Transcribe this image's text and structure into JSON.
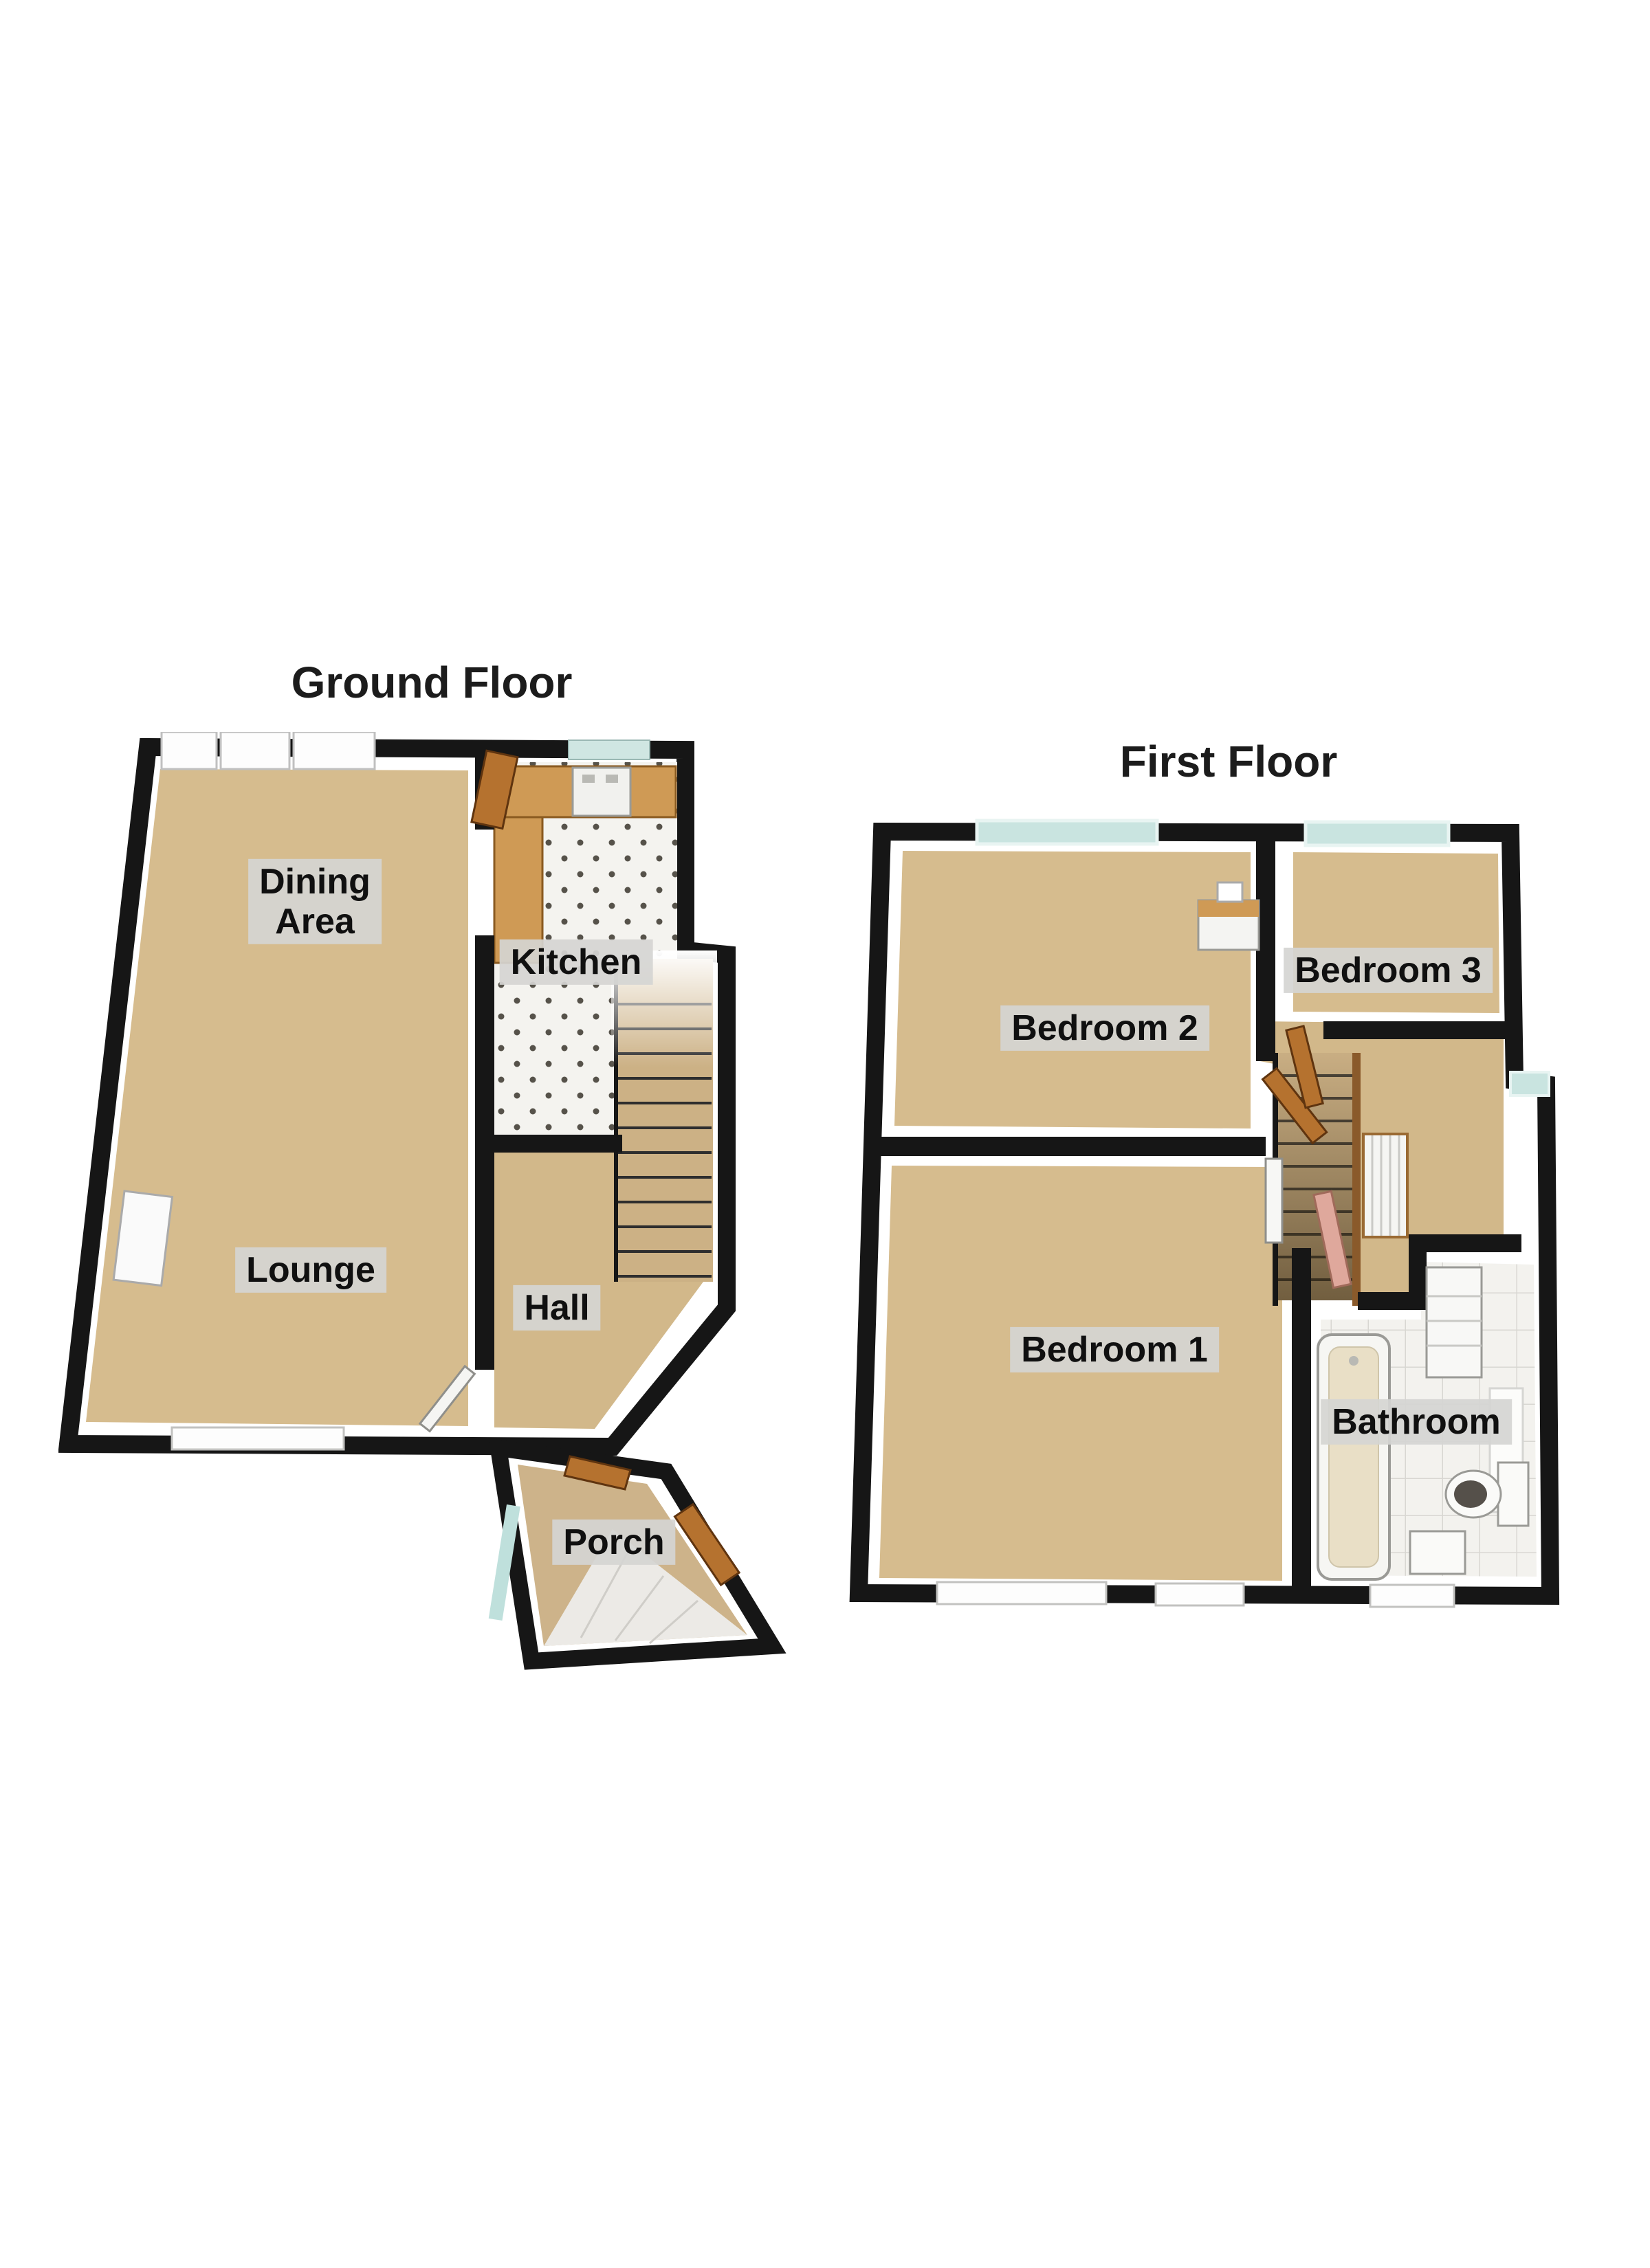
{
  "document": {
    "kind": "3D floor plan"
  },
  "ground_floor": {
    "title": "Ground Floor",
    "rooms": {
      "dining": "Dining\nArea",
      "kitchen": "Kitchen",
      "lounge": "Lounge",
      "hall": "Hall",
      "porch": "Porch"
    }
  },
  "first_floor": {
    "title": "First Floor",
    "rooms": {
      "bedroom2": "Bedroom 2",
      "bedroom3": "Bedroom 3",
      "bedroom1": "Bedroom 1",
      "bathroom": "Bathroom"
    }
  },
  "colors": {
    "wall": "#161616",
    "carpet": "#d6bc8e",
    "carpet_dark": "#d2b88a",
    "stairs": "#ccb185",
    "cabinet": "#cf9a55",
    "door": "#b5722f",
    "window_teal": "#c9e4e0",
    "tile": "#f3f2ee",
    "label_background": "#d5d5d3"
  }
}
